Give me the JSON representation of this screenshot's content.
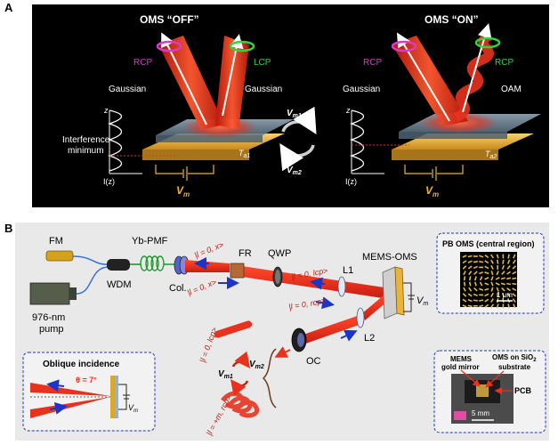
{
  "panel_a": {
    "letter": "A",
    "off_title": "OMS “OFF”",
    "on_title": "OMS “ON”",
    "rcp": "RCP",
    "lcp": "LCP",
    "gaussian": "Gaussian",
    "oam": "OAM",
    "z_axis": "z",
    "iz_axis": "I(z)",
    "interference_line1": "Interference",
    "interference_line2": "minimum",
    "vm": "V",
    "vm_sub": "m",
    "vm1": "V",
    "vm1_sub": "m1",
    "vm2": "V",
    "vm2_sub": "m2",
    "ta1": "T",
    "ta1_sub": "a1",
    "ta2": "T",
    "ta2_sub": "a2"
  },
  "panel_b": {
    "letter": "B",
    "fm": "FM",
    "yb_pmf": "Yb-PMF",
    "wdm": "WDM",
    "pump_line1": "976-nm",
    "pump_line2": "pump",
    "col": "Col.",
    "fr": "FR",
    "qwp": "QWP",
    "l1": "L1",
    "l2": "L2",
    "oc": "OC",
    "mems_oms": "MEMS-OMS",
    "vm": "V",
    "vm_sub": "m",
    "state_x1": "|l = 0, x>",
    "state_x2": "|l = 0, x>",
    "state_lcp1": "|l = 0, lcp>",
    "state_rcp1": "|l = 0, rcp>",
    "state_lcp2": "|l = 0, lcp>",
    "state_oam": "|l = +m, rcp>",
    "vm1": "V",
    "vm1_sub": "m1",
    "vm2": "V",
    "vm2_sub": "m2",
    "pb_title": "PB OMS (central region)",
    "pb_scale": "1 μm",
    "oblique_title": "Oblique incidence",
    "theta": "θ = 7°",
    "photo_mems_line1": "MEMS",
    "photo_mems_line2": "gold mirror",
    "photo_oms_line1": "OMS on SiO",
    "photo_oms_sub": "2",
    "photo_oms_line2": "substrate",
    "photo_pcb": "PCB",
    "photo_scale": "5 mm"
  },
  "colors": {
    "beam_red": "#e8321e",
    "rcp_magenta": "#d63cc8",
    "lcp_green": "#2fd63a",
    "gold": "#e8b53a",
    "panel_a_bg": "#000000",
    "panel_b_bg": "#e9e9e9",
    "state_red": "#b5200f",
    "arrow_blue": "#1a35c8"
  }
}
